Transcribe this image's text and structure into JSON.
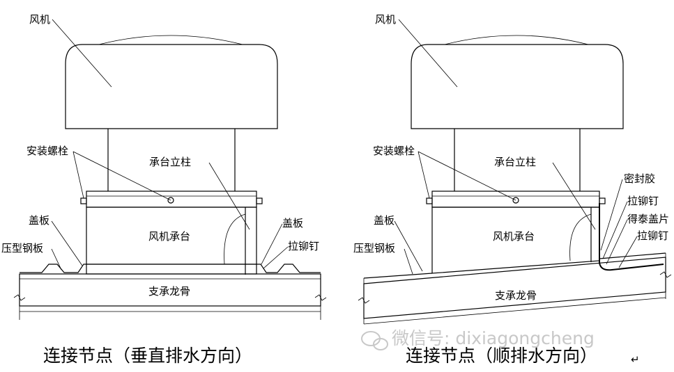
{
  "left": {
    "labels": {
      "fan": "风机",
      "bolt": "安装螺栓",
      "column": "承台立柱",
      "cover_left": "盖板",
      "steel_sheet": "压型钢板",
      "base": "风机承台",
      "cover_right": "盖板",
      "rivet": "拉铆钉",
      "purlin": "支承龙骨"
    },
    "caption": "连接节点（垂直排水方向）"
  },
  "right": {
    "labels": {
      "fan": "风机",
      "bolt": "安装螺栓",
      "column": "承台立柱",
      "sealant": "密封胶",
      "rivet_top": "拉铆钉",
      "flashing": "得泰盖片",
      "rivet_bottom": "拉铆钉",
      "cover": "盖板",
      "steel_sheet": "压型钢板",
      "base": "风机承台",
      "purlin": "支承龙骨"
    },
    "caption": "连接节点（顺排水方向）",
    "caption_mark": "↵"
  },
  "watermark": "微信号: dixiagongcheng"
}
